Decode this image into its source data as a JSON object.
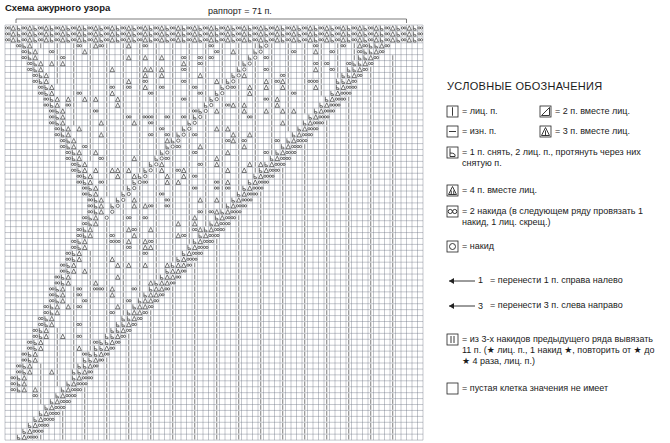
{
  "diagram": {
    "title": "Схема ажурного узора",
    "labels": [
      "раппорт = 71 п.",
      "УСЛОВНЫЕ ОБОЗНАЧЕНИЯ",
      "1",
      "3"
    ],
    "legend": [
      {
        "text": "= лиц. п."
      },
      {
        "text": "= 2 п. вместе лиц."
      },
      {
        "text": "= изн. п."
      },
      {
        "text": "= 3 п. вместе лиц."
      },
      {
        "text": "= 1 п. снять, 2 лиц. п., протянуть через них снятую п."
      },
      {
        "text": "= 4 п. вместе лиц."
      },
      {
        "text": "= 2 накида (в следующем ряду провязать 1 накид, 1 лиц. скрещ.)"
      },
      {
        "text": "= накид"
      },
      {
        "text": "= перенести 1 п. справа налево"
      },
      {
        "text": "= перенести 3 п. слева направо"
      },
      {
        "text": "= из 3-х накидов предыдущего ряда вывязать 11 п. (★ лиц. п., 1 накид ★, повторить от ★ до ★ 4 раза, лиц. п.)"
      },
      {
        "text": "= пустая клетка значения не имеет"
      }
    ]
  }
}
